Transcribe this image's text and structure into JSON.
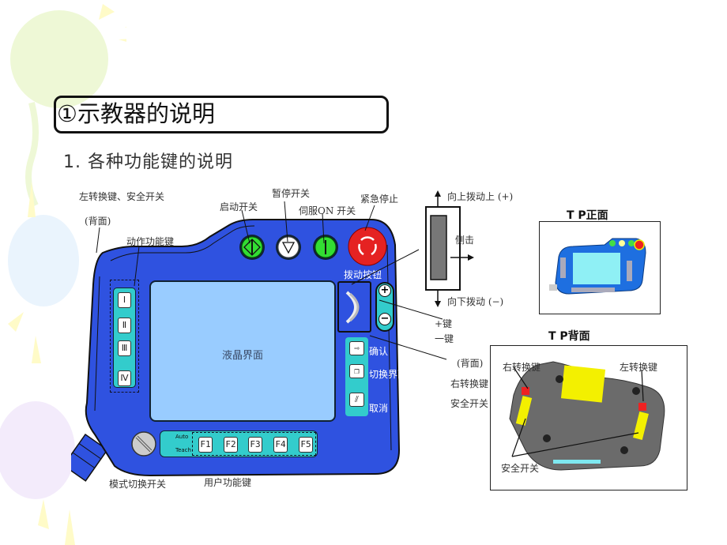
{
  "slide": {
    "title": "①示教器的说明",
    "subtitle": "1. 各种功能键的说明"
  },
  "pendant": {
    "screen_label": "液晶界面",
    "mode_labels": {
      "auto": "Auto",
      "teach": "Teach"
    },
    "motion_keys": [
      "Ⅰ",
      "Ⅱ",
      "Ⅲ",
      "Ⅳ"
    ],
    "function_keys": [
      "F1",
      "F2",
      "F3",
      "F4",
      "F5"
    ],
    "side_keys": {
      "confirm": "确认",
      "switch": "切换界面",
      "cancel": "取消"
    },
    "dial_label": "拨动按钮",
    "plus_symbol": "+",
    "minus_symbol": "−"
  },
  "callouts": {
    "left_switch": "左转换键、安全开关",
    "left_switch_back": "(背面)",
    "motion_keys": "动作功能键",
    "start": "启动开关",
    "pause": "暂停开关",
    "servo_on": "伺服ON 开关",
    "estop": "紧急停止",
    "mode_switch": "模式切换开关",
    "user_keys": "用户功能键",
    "plus_key": "+键",
    "minus_key": "一键",
    "right_back": "(背面)",
    "right_switch": "右转换键",
    "safety_switch": "安全开关"
  },
  "dial_diagram": {
    "up": "向上拨动上 (+)",
    "side": "侧击",
    "down": "向下拨动 (−)"
  },
  "tp_front": {
    "title": "T P正面"
  },
  "tp_back": {
    "title": "T P背面",
    "right_key": "右转换键",
    "left_key": "左转换键",
    "safety": "安全开关"
  },
  "colors": {
    "body_blue": "#2f52e0",
    "screen_blue": "#99ccff",
    "teal": "#33cccc",
    "green": "#33dd33",
    "red": "#e52222"
  }
}
